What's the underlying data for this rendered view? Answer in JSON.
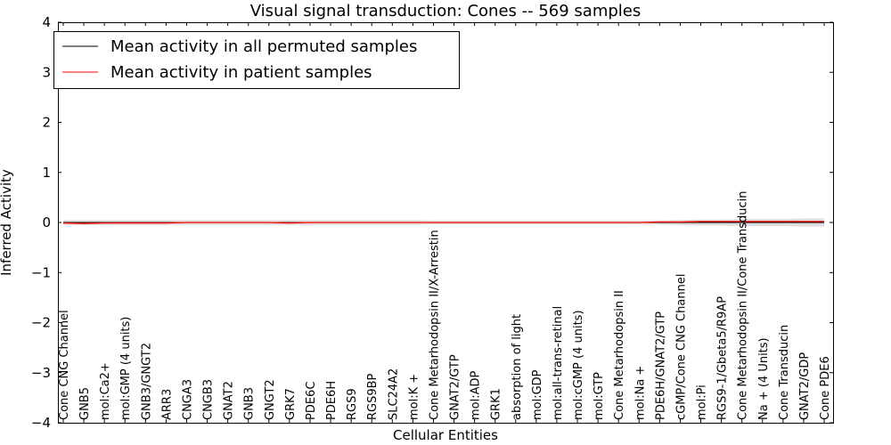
{
  "chart_data": {
    "type": "line",
    "title": "Visual signal transduction: Cones -- 569 samples",
    "xlabel": "Cellular Entities",
    "ylabel": "Inferred Activity",
    "ylim": [
      -4,
      4
    ],
    "yticks": [
      "−4",
      "−3",
      "−2",
      "−1",
      "0",
      "1",
      "2",
      "3",
      "4"
    ],
    "grid": false,
    "legend_position": "top-left",
    "categories": [
      "Cone CNG Channel",
      "GNB5",
      "mol:Ca2+",
      "mol:GMP (4 units)",
      "GNB3/GNGT2",
      "ARR3",
      "CNGA3",
      "CNGB3",
      "GNAT2",
      "GNB3",
      "GNGT2",
      "GRK7",
      "PDE6C",
      "PDE6H",
      "RGS9",
      "RGS9BP",
      "SLC24A2",
      "mol:K +",
      "Cone Metarhodopsin II/X-Arrestin",
      "GNAT2/GTP",
      "mol:ADP",
      "GRK1",
      "absorption of light",
      "mol:GDP",
      "mol:all-trans-retinal",
      "mol:cGMP (4 units)",
      "mol:GTP",
      "Cone Metarhodopsin II",
      "mol:Na +",
      "PDE6H/GNAT2/GTP",
      "cGMP/Cone CNG Channel",
      "mol:Pi",
      "RGS9-1/Gbeta5/R9AP",
      "Cone Metarhodopsin II/Cone Transducin",
      "Na + (4 Units)",
      "Cone Transducin",
      "GNAT2/GDP",
      "Cone PDE6"
    ],
    "series": [
      {
        "name": "Mean activity in all permuted samples",
        "color": "#000000",
        "values": [
          0,
          0,
          0,
          0,
          0,
          0,
          0,
          0,
          0,
          0,
          0,
          0,
          0,
          0,
          0,
          0,
          0,
          0,
          0,
          0,
          0,
          0,
          0,
          0,
          0,
          0,
          0,
          0,
          0,
          0,
          0,
          0,
          0,
          0,
          0,
          0,
          0,
          0
        ],
        "band": [
          0.05,
          0.05,
          0.05,
          0.05,
          0.05,
          0.05,
          0.05,
          0.05,
          0.05,
          0.05,
          0.05,
          0.05,
          0.05,
          0.05,
          0.05,
          0.05,
          0.05,
          0.05,
          0.04,
          0.04,
          0.04,
          0.04,
          0.04,
          0.04,
          0.04,
          0.04,
          0.04,
          0.04,
          0.04,
          0.04,
          0.05,
          0.06,
          0.06,
          0.07,
          0.07,
          0.07,
          0.08,
          0.08
        ]
      },
      {
        "name": "Mean activity in patient samples",
        "color": "#ff0000",
        "values": [
          -0.01,
          -0.02,
          -0.01,
          -0.01,
          -0.01,
          -0.01,
          0,
          0,
          0,
          0,
          0,
          -0.01,
          0,
          0,
          0,
          0,
          0,
          0,
          0,
          0,
          0,
          0,
          0,
          0,
          0,
          0,
          0,
          0,
          0,
          0.01,
          0.01,
          0.02,
          0.02,
          0.02,
          0.02,
          0.02,
          0.02,
          0.02
        ]
      }
    ]
  }
}
